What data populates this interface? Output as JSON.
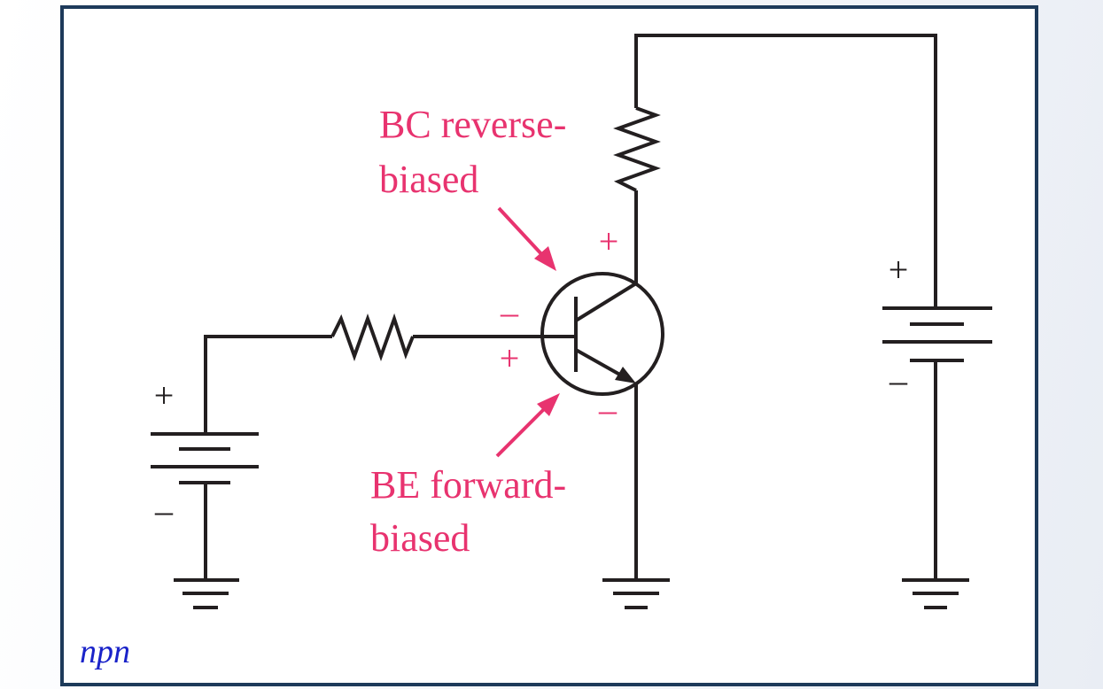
{
  "caption": "npn",
  "annotations": {
    "bc_line1": "BC reverse-",
    "bc_line2": "biased",
    "be_line1": "BE forward-",
    "be_line2": "biased"
  },
  "signs": {
    "plus": "+",
    "minus": "–"
  },
  "colors": {
    "annotation": "#e8336f",
    "caption": "#1a23c9",
    "wire": "#231f20",
    "frame": "#1d3a5a"
  }
}
